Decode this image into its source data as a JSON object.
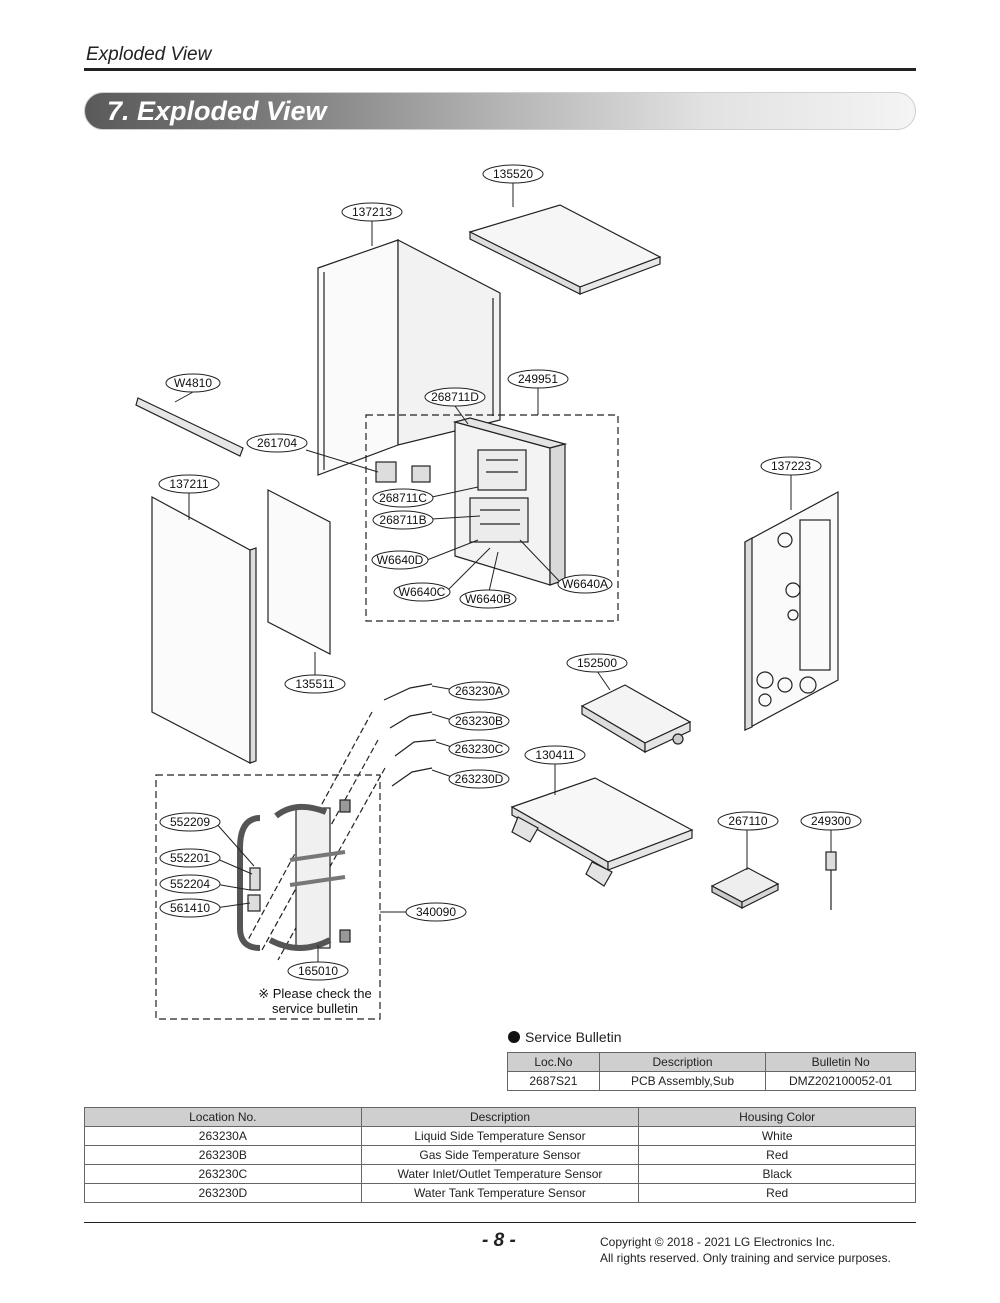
{
  "header": {
    "running": "Exploded View",
    "section_title": "7. Exploded View"
  },
  "diagram": {
    "callouts": {
      "c135520": "135520",
      "c137213": "137213",
      "cW4810": "W4810",
      "c249951": "249951",
      "c268711D": "268711D",
      "c261704": "261704",
      "c137223": "137223",
      "c137211": "137211",
      "c268711C": "268711C",
      "c268711B": "268711B",
      "cW6640D": "W6640D",
      "cW6640A": "W6640A",
      "cW6640C": "W6640C",
      "cW6640B": "W6640B",
      "c152500": "152500",
      "c135511": "135511",
      "c263230A": "263230A",
      "c263230B": "263230B",
      "c263230C": "263230C",
      "c263230D": "263230D",
      "c130411": "130411",
      "c552209": "552209",
      "c267110": "267110",
      "c249300": "249300",
      "c552201": "552201",
      "c552204": "552204",
      "c561410": "561410",
      "c340090": "340090",
      "c165010": "165010"
    },
    "note_line1": "※ Please check the",
    "note_line2": "service bulletin"
  },
  "service_bulletin": {
    "title": "Service Bulletin",
    "headers": [
      "Loc.No",
      "Description",
      "Bulletin No"
    ],
    "rows": [
      [
        "2687S21",
        "PCB Assembly,Sub",
        "DMZ202100052-01"
      ]
    ]
  },
  "location_table": {
    "headers": [
      "Location No.",
      "Description",
      "Housing Color"
    ],
    "rows": [
      [
        "263230A",
        "Liquid Side Temperature Sensor",
        "White"
      ],
      [
        "263230B",
        "Gas Side Temperature Sensor",
        "Red"
      ],
      [
        "263230C",
        "Water Inlet/Outlet Temperature Sensor",
        "Black"
      ],
      [
        "263230D",
        "Water Tank Temperature Sensor",
        "Red"
      ]
    ]
  },
  "footer": {
    "page": "- 8 -",
    "copyright": "Copyright © 2018 - 2021 LG Electronics Inc.",
    "rights": "All rights reserved. Only training and service purposes."
  }
}
